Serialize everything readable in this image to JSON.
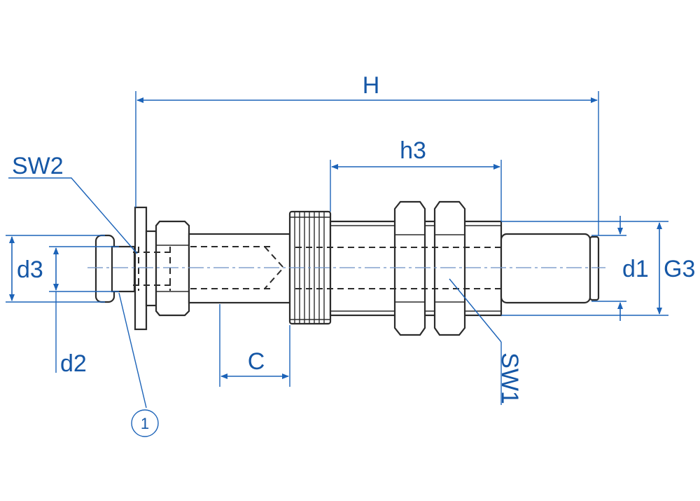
{
  "labels": {
    "H": "H",
    "h3": "h3",
    "SW2": "SW2",
    "d3": "d3",
    "d2": "d2",
    "C": "C",
    "d1": "d1",
    "G3": "G3",
    "SW1": "SW1",
    "item_number": "1"
  },
  "colors": {
    "dimension": "#1c63b8",
    "text": "#1557a6",
    "part_outline": "#2b2b2b"
  }
}
